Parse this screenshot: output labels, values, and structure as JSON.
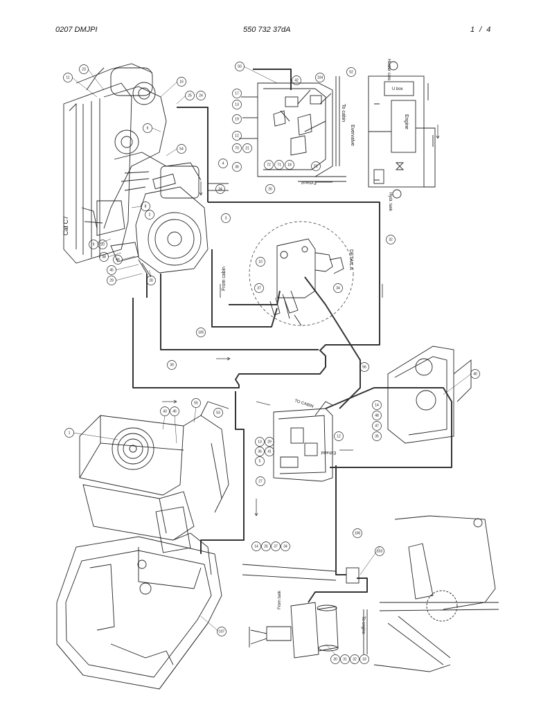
{
  "header": {
    "left": "0207 DMJPI",
    "center": "550 732 37dA",
    "right": "1 / 4"
  },
  "labels": {
    "to_cabin_top": "To cabin",
    "evervalve": "Evervalve",
    "exhaust_top": "Exhaust",
    "heater_core": "Heater core",
    "u_box": "U box",
    "engine": "Engine",
    "hydr_tank": "Hydr. tank",
    "cat_c7": "Cat C7",
    "from_cabin": "From cabin",
    "detail_a": "DETAIL A",
    "to_cabin_mid": "TO CABIN",
    "exhaust_mid": "Exhaust",
    "from_tank": "From tank",
    "to_engine": "To engine"
  },
  "balloons": [
    {
      "id": "b01",
      "t": "11"
    },
    {
      "id": "b02",
      "t": "23"
    },
    {
      "id": "b03",
      "t": "16"
    },
    {
      "id": "b04",
      "t": "25"
    },
    {
      "id": "b05",
      "t": "24"
    },
    {
      "id": "b06",
      "t": "6"
    },
    {
      "id": "b07",
      "t": "54"
    },
    {
      "id": "b08",
      "t": "8"
    },
    {
      "id": "b09",
      "t": "2"
    },
    {
      "id": "b10",
      "t": "9"
    },
    {
      "id": "b11",
      "t": "20"
    },
    {
      "id": "b12",
      "t": "38"
    },
    {
      "id": "b13",
      "t": "44"
    },
    {
      "id": "b14",
      "t": "45"
    },
    {
      "id": "b15",
      "t": "29"
    },
    {
      "id": "b16",
      "t": "28"
    },
    {
      "id": "b17",
      "t": "50"
    },
    {
      "id": "b18",
      "t": "42"
    },
    {
      "id": "b19",
      "t": "104"
    },
    {
      "id": "b20",
      "t": "52"
    },
    {
      "id": "b21",
      "t": "17"
    },
    {
      "id": "b22",
      "t": "13"
    },
    {
      "id": "b23",
      "t": "19"
    },
    {
      "id": "b24",
      "t": "12"
    },
    {
      "id": "b25",
      "t": "70"
    },
    {
      "id": "b26",
      "t": "21"
    },
    {
      "id": "b27",
      "t": "72"
    },
    {
      "id": "b28",
      "t": "71"
    },
    {
      "id": "b29",
      "t": "18"
    },
    {
      "id": "b30",
      "t": "51"
    },
    {
      "id": "b31",
      "t": "4"
    },
    {
      "id": "b32",
      "t": "36"
    },
    {
      "id": "b33",
      "t": "34"
    },
    {
      "id": "b34",
      "t": "26"
    },
    {
      "id": "b35",
      "t": "3"
    },
    {
      "id": "b36",
      "t": "32"
    },
    {
      "id": "b37",
      "t": "10"
    },
    {
      "id": "b38",
      "t": "37"
    },
    {
      "id": "b39",
      "t": "34"
    },
    {
      "id": "b40",
      "t": "105"
    },
    {
      "id": "b41",
      "t": "39"
    },
    {
      "id": "b42",
      "t": "56"
    },
    {
      "id": "b43",
      "t": "40"
    },
    {
      "id": "b44",
      "t": "1"
    },
    {
      "id": "b45",
      "t": "43"
    },
    {
      "id": "b46",
      "t": "46"
    },
    {
      "id": "b47",
      "t": "55"
    },
    {
      "id": "b48",
      "t": "53"
    },
    {
      "id": "b49",
      "t": "27"
    },
    {
      "id": "b50",
      "t": "35"
    },
    {
      "id": "b51",
      "t": "47"
    },
    {
      "id": "b52",
      "t": "48"
    },
    {
      "id": "b53",
      "t": "14"
    },
    {
      "id": "b54",
      "t": "12"
    },
    {
      "id": "b55",
      "t": "13"
    },
    {
      "id": "b56",
      "t": "36"
    },
    {
      "id": "b57",
      "t": "5"
    },
    {
      "id": "b58",
      "t": "29"
    },
    {
      "id": "b59",
      "t": "41"
    },
    {
      "id": "b60",
      "t": "106"
    },
    {
      "id": "b61",
      "t": "14"
    },
    {
      "id": "b62",
      "t": "26"
    },
    {
      "id": "b63",
      "t": "37"
    },
    {
      "id": "b64",
      "t": "34"
    },
    {
      "id": "b65",
      "t": "103"
    },
    {
      "id": "b66",
      "t": "107"
    },
    {
      "id": "b67",
      "t": "30"
    },
    {
      "id": "b68",
      "t": "31"
    },
    {
      "id": "b69",
      "t": "32"
    },
    {
      "id": "b70",
      "t": "33"
    }
  ]
}
